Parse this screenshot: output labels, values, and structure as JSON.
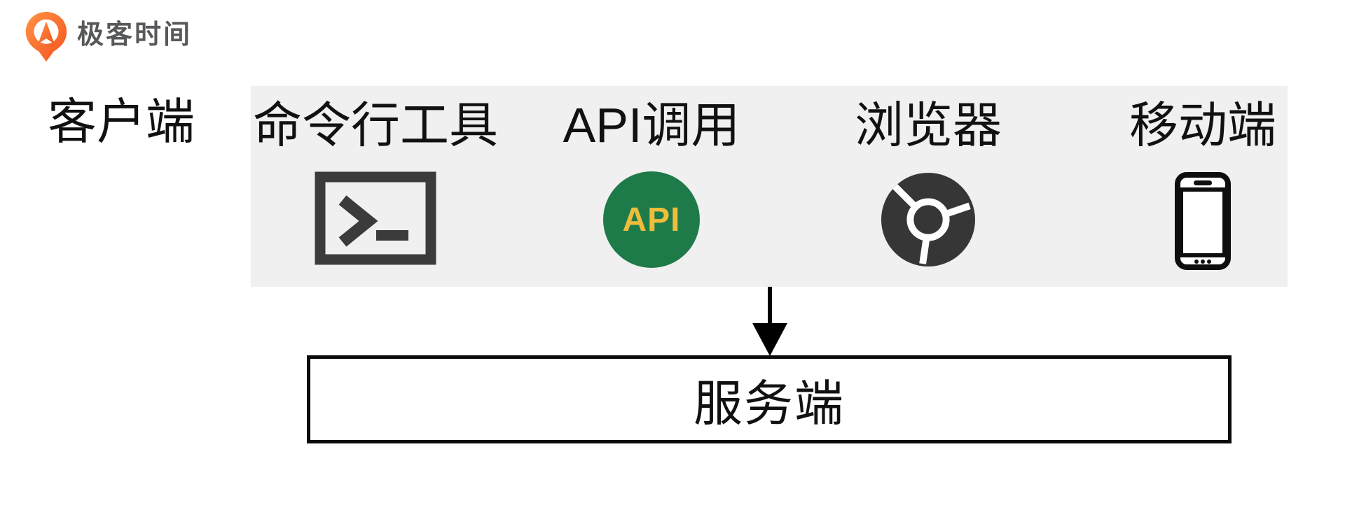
{
  "logo": {
    "brand_text": "极客时间",
    "text_color": "#57585a",
    "mark_gradient_start": "#ff9445",
    "mark_gradient_end": "#f4511e"
  },
  "diagram": {
    "client_label": "客户端",
    "client_band": {
      "background": "#f0f0f0",
      "columns": [
        {
          "label": "命令行工具",
          "icon": "terminal-icon",
          "icon_color": "#3b3b3b"
        },
        {
          "label": "API调用",
          "icon": "api-badge-icon",
          "icon_text": "API",
          "icon_bg": "#1e7b49",
          "icon_text_color": "#eebd3b"
        },
        {
          "label": "浏览器",
          "icon": "chrome-browser-icon",
          "icon_color": "#363636"
        },
        {
          "label": "移动端",
          "icon": "smartphone-icon",
          "icon_color": "#0e0e0e"
        }
      ]
    },
    "arrow": {
      "direction": "down",
      "color": "#000000"
    },
    "server_box": {
      "label": "服务端",
      "border_color": "#0a0a0a"
    }
  }
}
